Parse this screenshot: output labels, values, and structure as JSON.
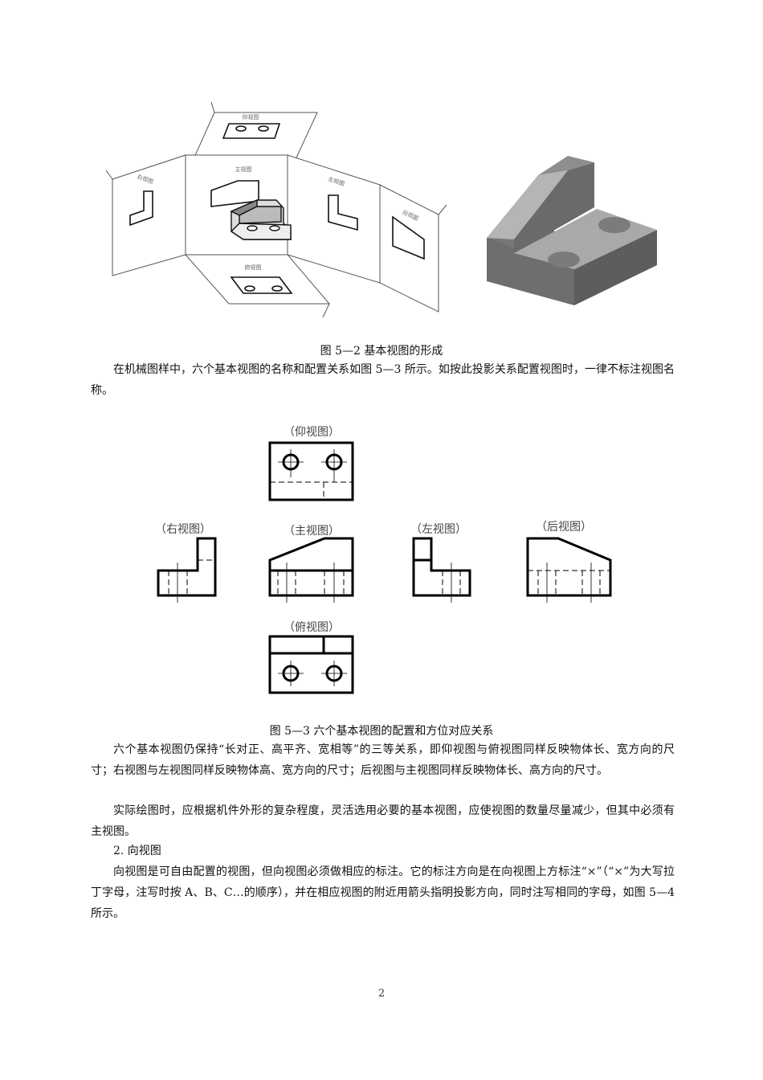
{
  "figure_5_2": {
    "caption": "图 5—2  基本视图的形成",
    "panel_labels": {
      "top": "仰视图",
      "right_side": "右视图",
      "front": "主视图",
      "left_side": "左视图",
      "back": "后视图",
      "bottom": "俯视图"
    }
  },
  "paragraph_1": "在机械图样中，六个基本视图的名称和配置关系如图 5—3 所示。如按此投影关系配置视图时，一律不标注视图名称。",
  "figure_5_3": {
    "caption": "图 5—3  六个基本视图的配置和方位对应关系",
    "views": {
      "bottom_up": "（仰视图）",
      "right": "（右视图）",
      "front": "（主视图）",
      "left": "（左视图）",
      "rear": "（后视图）",
      "top_down": "（俯视图）"
    }
  },
  "paragraph_2": "六个基本视图仍保持“长对正、高平齐、宽相等”的三等关系，即仰视图与俯视图同样反映物体长、宽方向的尺寸；右视图与左视图同样反映物体高、宽方向的尺寸；后视图与主视图同样反映物体长、高方向的尺寸。",
  "paragraph_3": "实际绘图时，应根据机件外形的复杂程度，灵活选用必要的基本视图，应使视图的数量尽量减少，但其中必须有主视图。",
  "section_heading": "2. 向视图",
  "paragraph_4": "向视图是可自由配置的视图，但向视图必须做相应的标注。它的标注方向是在向视图上方标注“×”（“×”为大写拉丁字母，注写时按 A、B、C…的顺序），并在相应视图的附近用箭头指明投影方向，同时注写相同的字母，如图 5—4 所示。",
  "page_number": "2"
}
